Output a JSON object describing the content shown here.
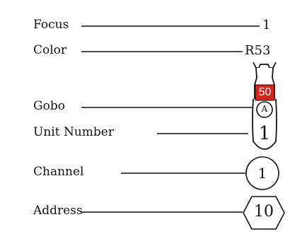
{
  "legend": {
    "focus": {
      "label": "Focus",
      "value": "1"
    },
    "color": {
      "label": "Color",
      "value": "R53"
    },
    "gobo": {
      "label": "Gobo",
      "value": "A"
    },
    "unit_number": {
      "label": "Unit Number",
      "value": "1"
    },
    "channel": {
      "label": "Channel",
      "value": "1"
    },
    "address": {
      "label": "Address",
      "value": "10"
    }
  },
  "fixture": {
    "wattage_badge": "50",
    "badge_color": "#d6261b"
  }
}
